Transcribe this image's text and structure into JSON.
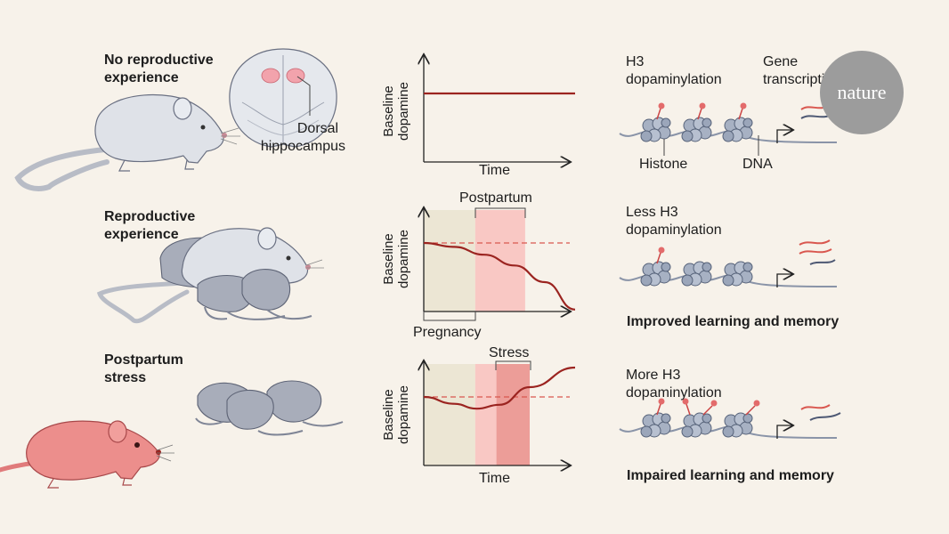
{
  "rows": [
    {
      "title_line1": "No reproductive",
      "title_line2": "experience",
      "brain_label_line1": "Dorsal",
      "brain_label_line2": "hippocampus",
      "ylabel_line1": "Baseline",
      "ylabel_line2": "dopamine",
      "xlabel": "Time",
      "chromatin_label_line1": "H3",
      "chromatin_label_line2": "dopaminylation",
      "gene_label_line1": "Gene",
      "gene_label_line2": "transcription",
      "histone_label": "Histone",
      "dna_label": "DNA"
    },
    {
      "title_line1": "Reproductive",
      "title_line2": "experience",
      "ylabel_line1": "Baseline",
      "ylabel_line2": "dopamine",
      "period_top": "Postpartum",
      "period_bottom": "Pregnancy",
      "chromatin_label_line1": "Less H3",
      "chromatin_label_line2": "dopaminylation",
      "outcome": "Improved learning and memory"
    },
    {
      "title_line1": "Postpartum",
      "title_line2": "stress",
      "ylabel_line1": "Baseline",
      "ylabel_line2": "dopamine",
      "period_top": "Stress",
      "xlabel": "Time",
      "chromatin_label_line1": "More H3",
      "chromatin_label_line2": "dopaminylation",
      "outcome": "Impaired learning and memory"
    }
  ],
  "brand": "nature",
  "colors": {
    "curve": "#9b2420",
    "dashed": "#d9574f",
    "pregnancy_band": "#ece6d4",
    "postpartum_band": "#f9c8c4",
    "stress_band": "#ec9d98",
    "mouse_grey": "#dde0e6",
    "pup_grey": "#a9adb9",
    "stressed_mouse": "#ec8e8c"
  },
  "chart_data": [
    {
      "type": "line",
      "xlabel": "Time",
      "ylabel": "Baseline dopamine",
      "series": [
        {
          "x": [
            0,
            1
          ],
          "y": [
            0.7,
            0.7
          ]
        }
      ]
    },
    {
      "type": "line",
      "xlabel": "",
      "ylabel": "Baseline dopamine",
      "bands": [
        "Pregnancy",
        "Postpartum"
      ],
      "reference_level": 0.7,
      "series": [
        {
          "x": [
            0,
            0.2,
            0.4,
            0.6,
            0.8,
            1.0
          ],
          "y": [
            0.7,
            0.66,
            0.58,
            0.47,
            0.3,
            0.02
          ]
        }
      ]
    },
    {
      "type": "line",
      "xlabel": "Time",
      "ylabel": "Baseline dopamine",
      "bands": [
        "Stress"
      ],
      "reference_level": 0.7,
      "series": [
        {
          "x": [
            0,
            0.2,
            0.35,
            0.5,
            0.7,
            1.0
          ],
          "y": [
            0.7,
            0.63,
            0.58,
            0.62,
            0.8,
            1.0
          ]
        }
      ]
    }
  ]
}
